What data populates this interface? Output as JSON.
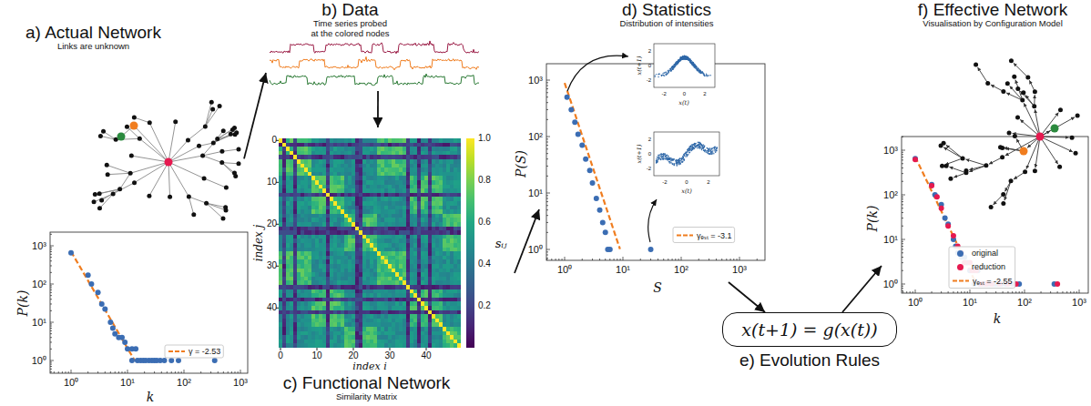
{
  "diagram": {
    "nodes": [
      {
        "text": [
          "a) Actual Network",
          "Links are unknown"
        ]
      },
      {
        "text": [
          "b) Data",
          "Time series probed at the colored nodes"
        ]
      },
      {
        "text": [
          "c) Functional Network",
          "Similarity Matrix"
        ]
      },
      {
        "text": [
          "d) Statistics",
          "Distribution of intensities"
        ]
      },
      {
        "text": [
          "x(t+1) = g(x(t))",
          "e) Evolution Rules"
        ]
      },
      {
        "text": [
          "f) Effective Network",
          "Visualisation by Configuration Model"
        ]
      }
    ],
    "edges": [
      {
        "from": 0,
        "to": 1,
        "arrow": "to"
      },
      {
        "from": 1,
        "to": 2,
        "arrow": "to"
      },
      {
        "from": 2,
        "to": 3,
        "arrow": "to"
      },
      {
        "from": 3,
        "to": 4,
        "arrow": "to"
      },
      {
        "from": 4,
        "to": 5,
        "arrow": "to"
      }
    ],
    "labels": [
      "P(k)",
      "k",
      "10⁰",
      "10¹",
      "10²",
      "10³",
      "10⁰",
      "10¹",
      "10²",
      "10³",
      "index j",
      "index i",
      "0",
      "10",
      "20",
      "30",
      "40",
      "0",
      "10",
      "20",
      "30",
      "40",
      "1.0",
      "0.8",
      "0.6",
      "0.4",
      "0.2",
      "sᵢⱼ",
      "P(S)",
      "S",
      "10⁰",
      "10¹",
      "10²",
      "10³",
      "10⁰",
      "10¹",
      "10²",
      "10³",
      "x(t+1)",
      "x(t)",
      "-2",
      "0",
      "2",
      "-2",
      "0",
      "2",
      "x(t+1)",
      "x(t)",
      "-2",
      "0",
      "2",
      "-2",
      "0",
      "2",
      "P(k)",
      "k",
      "10⁰",
      "10¹",
      "10²",
      "10³",
      "10⁰",
      "10¹",
      "10²",
      "10³"
    ],
    "legend": [
      {
        "text": "γ = -2.53"
      },
      {
        "text": "γₑₛₜ = -3.1"
      },
      {
        "text": "original",
        "color": "#3b6db3"
      },
      {
        "text": "reduction",
        "color": "#e6194f"
      },
      {
        "text": "γₑₛₜ = -2.55"
      }
    ]
  }
}
